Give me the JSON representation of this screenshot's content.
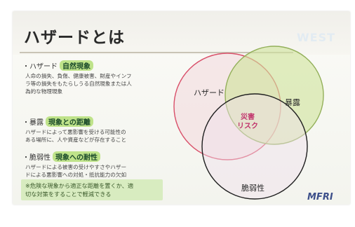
{
  "slide": {
    "title": "ハザードとは",
    "watermark": "WEST",
    "logo": "MFRI"
  },
  "bullets": [
    {
      "lead": "・ハザード",
      "keyword": "自然現象",
      "lines": [
        "人命の損失、負傷、健康被害、財産やインフ",
        "ラ等の損失をもたらしうる自然現象または人",
        "為的な物理現象"
      ]
    },
    {
      "lead": "・暴露",
      "keyword": "現象との距離",
      "lines": [
        "ハザードによって悪影響を受ける可能性の",
        "ある場所に、人や資産などが存在すること"
      ]
    },
    {
      "lead": "・脆弱性",
      "keyword": "現象への耐性",
      "lines": [
        "ハザードによる被害の受けやすさやハザー",
        "ドによる悪影響への対処・抵抗能力の欠如"
      ]
    }
  ],
  "note": {
    "lines": [
      "※危険な現象から適正な距離を置くか、適",
      "切な対策をすることで軽減できる"
    ]
  },
  "venn": {
    "hazard_label": "ハザード",
    "exposure_label": "暴露",
    "vulnerability_label": "脆弱性",
    "center_line1": "災害",
    "center_line2": "リスク",
    "colors": {
      "hazard_fill": "#f3d9dd",
      "hazard_stroke": "#d9506a",
      "exposure_fill": "#cfe39a",
      "exposure_stroke": "#93b05a",
      "vulnerability_fill": "#efe0ea",
      "vulnerability_stroke": "#1e1e1e",
      "center_text": "#c0306a"
    }
  }
}
